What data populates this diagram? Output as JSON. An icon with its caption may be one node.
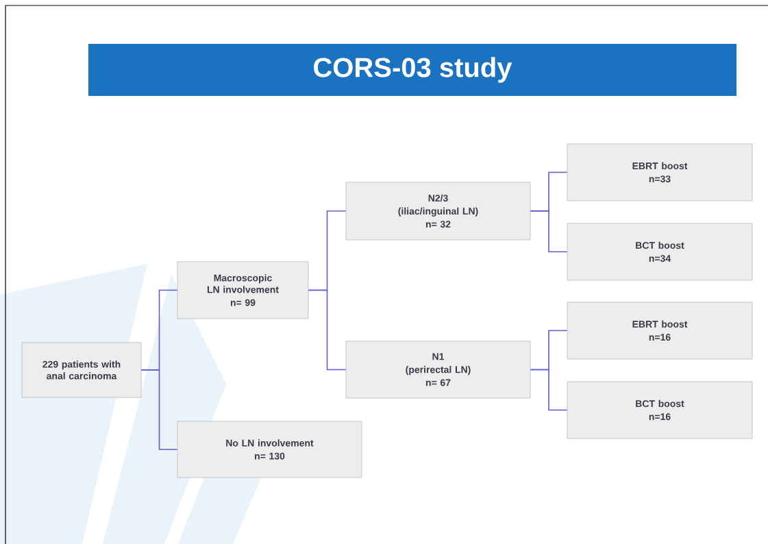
{
  "diagram": {
    "title": "CORS-03 study",
    "nodes": [
      {
        "text": [
          "229 patients with anal carcinoma"
        ]
      },
      {
        "text": [
          "Macroscopic LN involvement",
          "n= 99"
        ]
      },
      {
        "text": [
          "No LN involvement",
          "n= 130"
        ]
      },
      {
        "text": [
          "N2/3",
          "(iliac/inguinal LN)",
          "n= 32"
        ]
      },
      {
        "text": [
          "N1",
          "(perirectal LN)",
          "n= 67"
        ]
      },
      {
        "text": [
          "EBRT boost",
          "n=33"
        ]
      },
      {
        "text": [
          "BCT boost",
          "n=34"
        ]
      },
      {
        "text": [
          "EBRT boost",
          "n=16"
        ]
      },
      {
        "text": [
          "BCT boost",
          "n=16"
        ]
      }
    ],
    "edges": [
      {
        "from": 0,
        "to": 1,
        "arrow": "none"
      },
      {
        "from": 0,
        "to": 2,
        "arrow": "none"
      },
      {
        "from": 1,
        "to": 3,
        "arrow": "none"
      },
      {
        "from": 1,
        "to": 4,
        "arrow": "none"
      },
      {
        "from": 3,
        "to": 5,
        "arrow": "none"
      },
      {
        "from": 3,
        "to": 6,
        "arrow": "none"
      },
      {
        "from": 4,
        "to": 7,
        "arrow": "none"
      },
      {
        "from": 4,
        "to": 8,
        "arrow": "none"
      }
    ]
  }
}
